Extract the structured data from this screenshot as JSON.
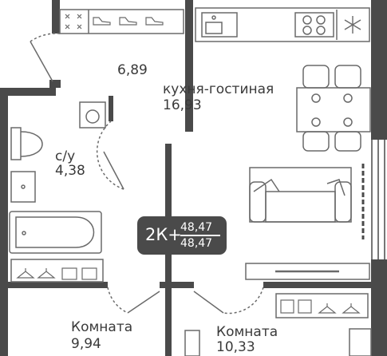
{
  "plan": {
    "rooms": [
      {
        "id": "hall",
        "name": "",
        "area": "6,89"
      },
      {
        "id": "kitchen",
        "name": "кухня-гостиная",
        "area": "16,93"
      },
      {
        "id": "bath",
        "name": "с/у",
        "area": "4,38"
      },
      {
        "id": "room1",
        "name": "Комната",
        "area": "9,94"
      },
      {
        "id": "room2",
        "name": "Комната",
        "area": "10,33"
      }
    ],
    "badge": {
      "type": "2К+",
      "area_top": "48,47",
      "area_bottom": "48,47"
    }
  },
  "colors": {
    "wall": "#4a4a4a",
    "furniture": "#6a6a6a",
    "background": "#ffffff"
  },
  "icons": [
    "toilet-icon",
    "sink-icon",
    "bathtub-icon",
    "washing-machine-icon",
    "stove-icon",
    "snowflake-icon",
    "sofa-icon",
    "dining-table-icon",
    "chair-icon",
    "sneaker-icon",
    "hanger-icon",
    "shirt-icon",
    "tv-stand-icon"
  ]
}
